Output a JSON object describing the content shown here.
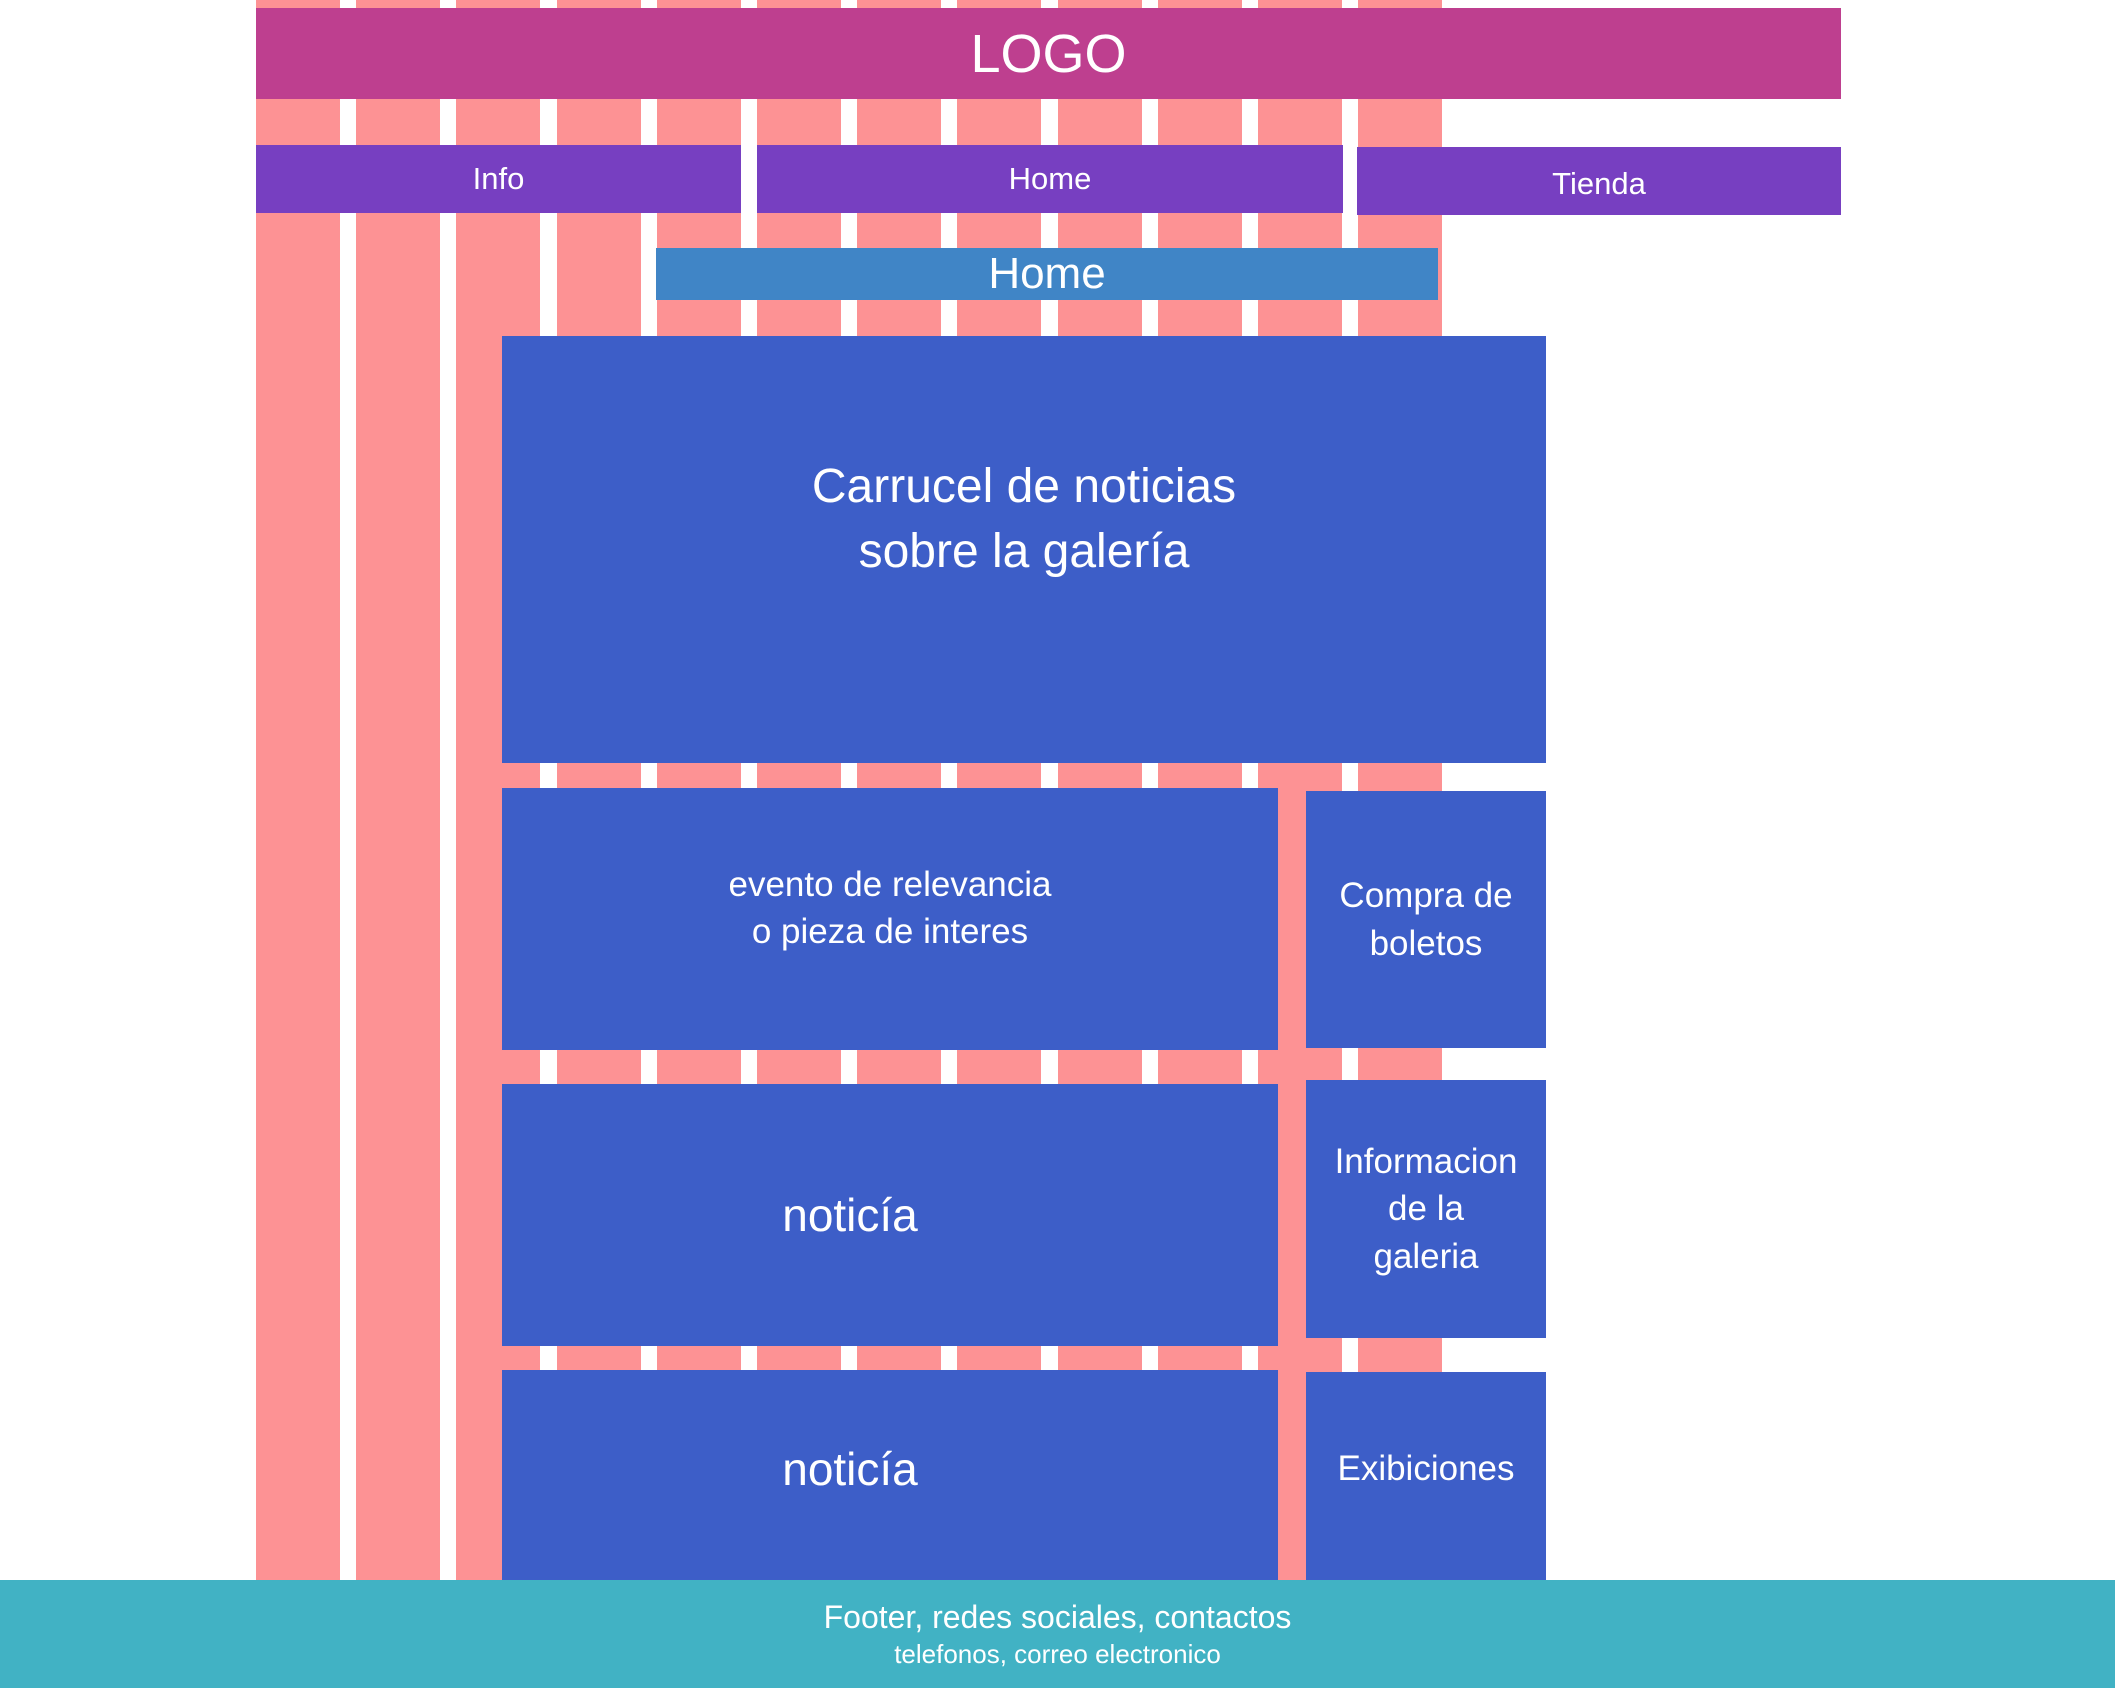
{
  "colors": {
    "grid_column": "#fd9294",
    "logo_bar": "#be3f8f",
    "nav_bar": "#773fc1",
    "page_heading_bar": "#4085c6",
    "content_block": "#3d5ec8",
    "footer": "#41b2c4",
    "text": "#ffffff"
  },
  "header": {
    "logo": "LOGO"
  },
  "nav": {
    "items": [
      {
        "label": "Info"
      },
      {
        "label": "Home"
      },
      {
        "label": "Tienda"
      }
    ]
  },
  "page_heading": "Home",
  "main": {
    "carousel": {
      "lines": [
        "Carrucel de noticias",
        "sobre la galería"
      ]
    },
    "featured": {
      "lines": [
        "evento de relevancia",
        "o pieza de interes"
      ]
    },
    "news": [
      {
        "label": "noticía"
      },
      {
        "label": "noticía"
      }
    ]
  },
  "sidebar": {
    "tickets": {
      "lines": [
        "Compra de",
        "boletos"
      ]
    },
    "gallery_info": {
      "lines": [
        "Informacion",
        "de la",
        "galeria"
      ]
    },
    "exhibitions": {
      "label": "Exibiciones"
    }
  },
  "footer": {
    "line1": "Footer, redes sociales, contactos",
    "line2": "telefonos, correo electronico"
  }
}
